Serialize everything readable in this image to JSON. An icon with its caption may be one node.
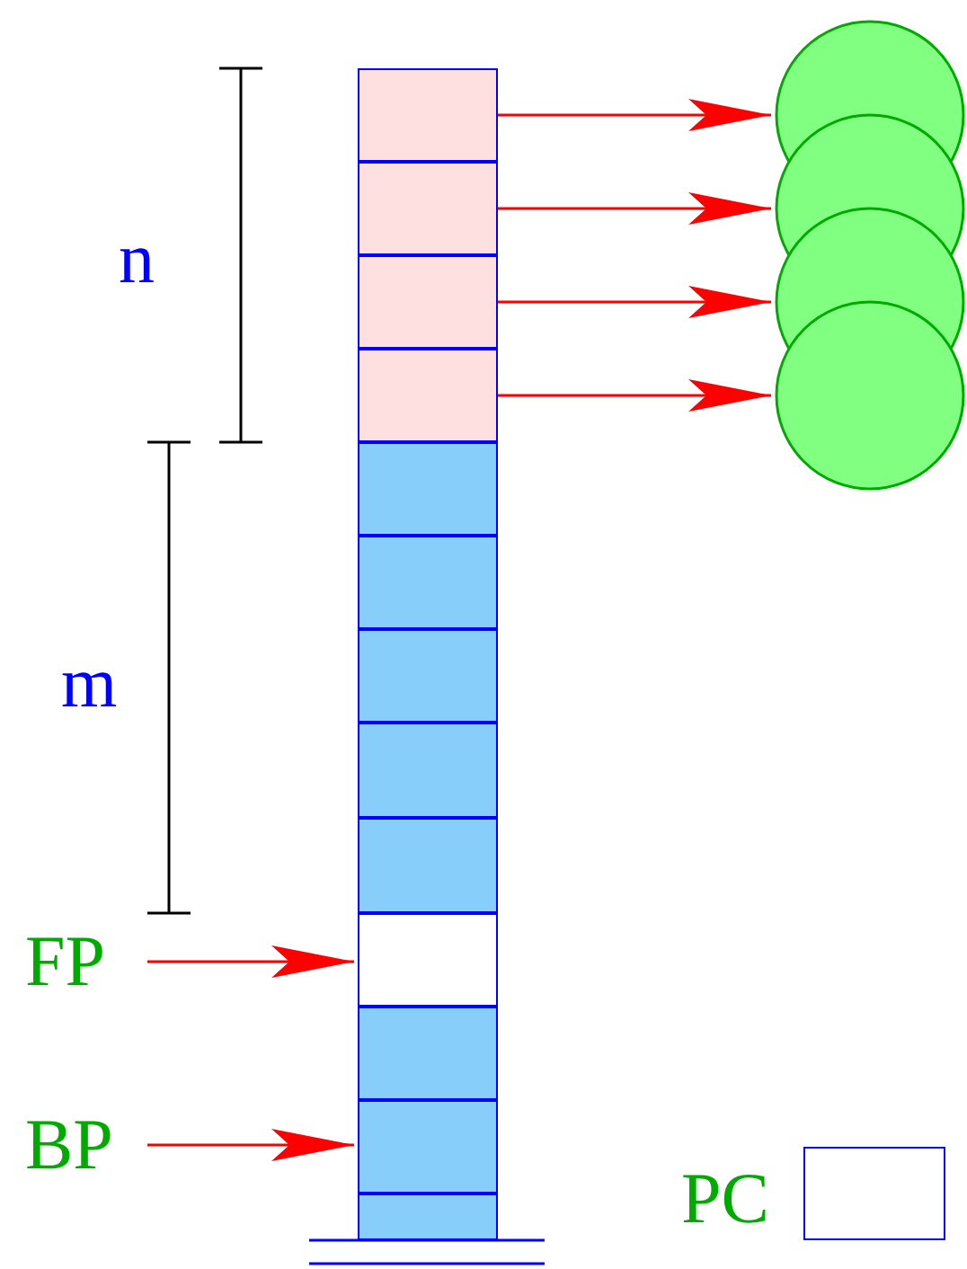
{
  "diagram": {
    "nodes": [
      {
        "text": [],
        "shape": "box"
      },
      {
        "text": [],
        "shape": "box"
      },
      {
        "text": [],
        "shape": "box"
      },
      {
        "text": [],
        "shape": "box"
      },
      {
        "text": [],
        "shape": "box"
      },
      {
        "text": [],
        "shape": "box"
      },
      {
        "text": [],
        "shape": "box"
      },
      {
        "text": [],
        "shape": "box"
      },
      {
        "text": [],
        "shape": "box"
      },
      {
        "text": [],
        "shape": "box"
      },
      {
        "text": [],
        "shape": "box"
      },
      {
        "text": [],
        "shape": "box"
      },
      {
        "text": [],
        "shape": "box"
      },
      {
        "text": [],
        "shape": "circle"
      },
      {
        "text": [],
        "shape": "circle"
      },
      {
        "text": [],
        "shape": "circle"
      },
      {
        "text": [],
        "shape": "circle"
      },
      {
        "text": [
          "FP"
        ]
      },
      {
        "text": [
          "BP"
        ]
      },
      {
        "text": [],
        "shape": "box",
        "beside": [
          "PC"
        ]
      }
    ],
    "edges": [
      {
        "from": 0,
        "to": 13,
        "arrow": "to"
      },
      {
        "from": 1,
        "to": 14,
        "arrow": "to"
      },
      {
        "from": 2,
        "to": 15,
        "arrow": "to"
      },
      {
        "from": 3,
        "to": 16,
        "arrow": "to"
      },
      {
        "from": 17,
        "to": 9,
        "arrow": "to"
      },
      {
        "from": 18,
        "to": 11,
        "arrow": "to"
      }
    ],
    "labels": [
      "n",
      "m"
    ]
  }
}
